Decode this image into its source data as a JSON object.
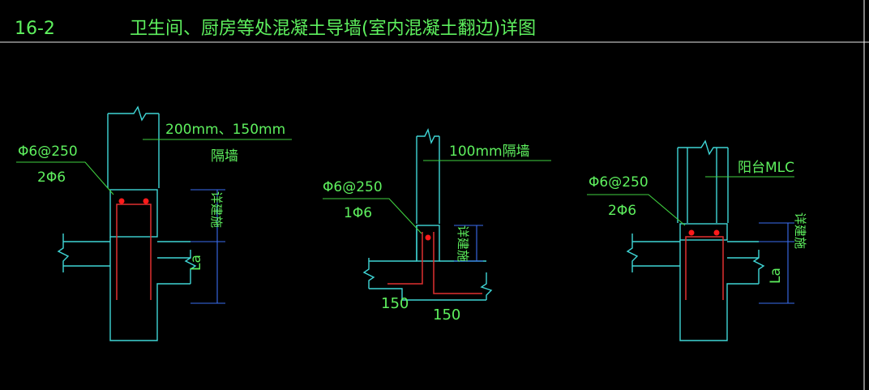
{
  "header": {
    "drawing_no": "16-2",
    "title": "卫生间、厨房等处混凝土导墙(室内混凝土翻边)详图"
  },
  "details": {
    "left": {
      "wall_note": "200mm、150mm",
      "wall_label": "隔墙",
      "stirrup": "Φ6@250",
      "bars": "2Φ6",
      "height_note": "详建施",
      "anchor": "La"
    },
    "middle": {
      "wall_note": "100mm隔墙",
      "stirrup": "Φ6@250",
      "bars": "1Φ6",
      "height_note": "详建施",
      "dim_a": "150",
      "dim_b": "150"
    },
    "right": {
      "wall_note": "阳台MLC",
      "stirrup": "Φ6@250",
      "bars": "2Φ6",
      "height_note": "详建施",
      "anchor": "La"
    }
  },
  "colors": {
    "background": "#000000",
    "text": "#5ef05e",
    "concrete_outline": "#3fd6d6",
    "rebar": "#e03030",
    "dimension": "#3a6ef0",
    "frame": "#e8e8e8"
  }
}
